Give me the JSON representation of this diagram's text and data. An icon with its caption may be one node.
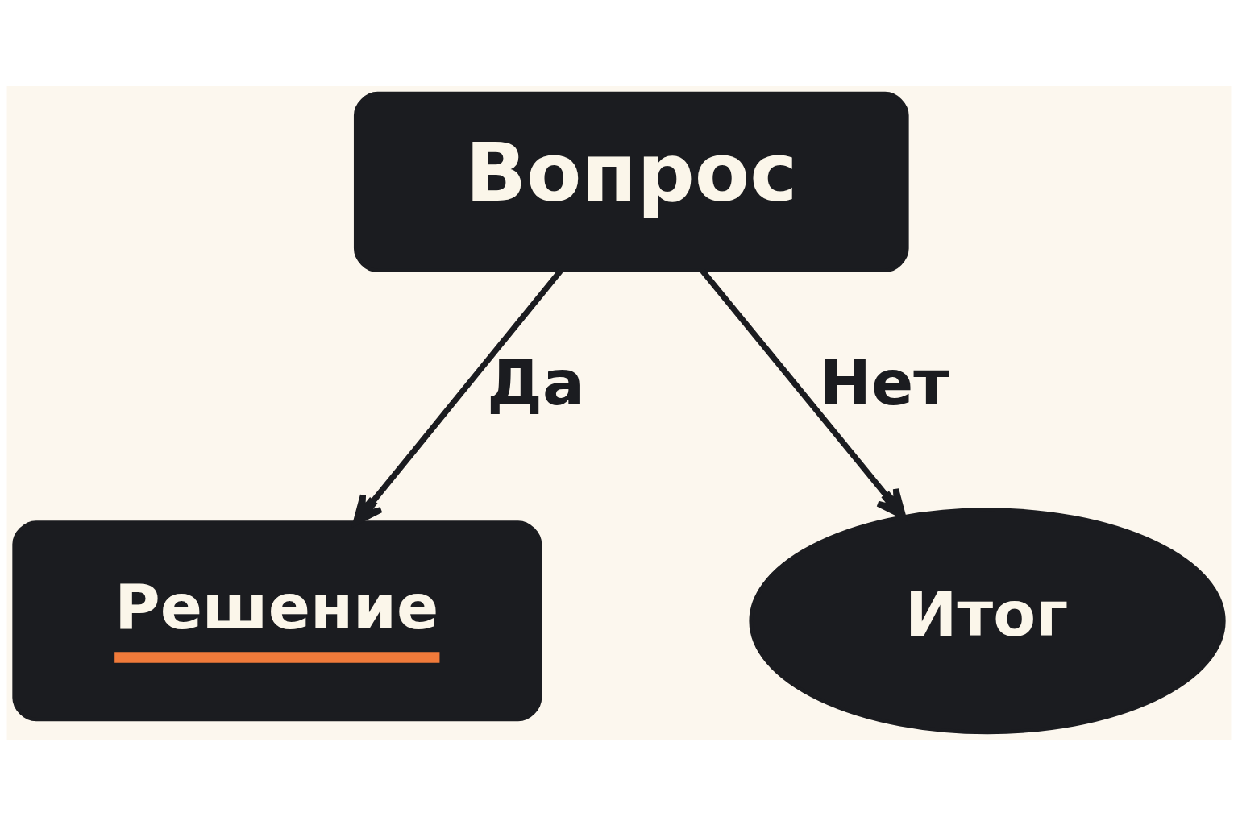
{
  "diagram": {
    "nodes": [
      {
        "text": [
          "Вопрос"
        ]
      },
      {
        "text": [
          "Решение"
        ]
      },
      {
        "text": [
          "Итог"
        ]
      }
    ],
    "edges": [
      {
        "from": 0,
        "to": 1,
        "arrow": "to",
        "label": "Да"
      },
      {
        "from": 0,
        "to": 2,
        "arrow": "to",
        "label": "Нет"
      }
    ]
  }
}
